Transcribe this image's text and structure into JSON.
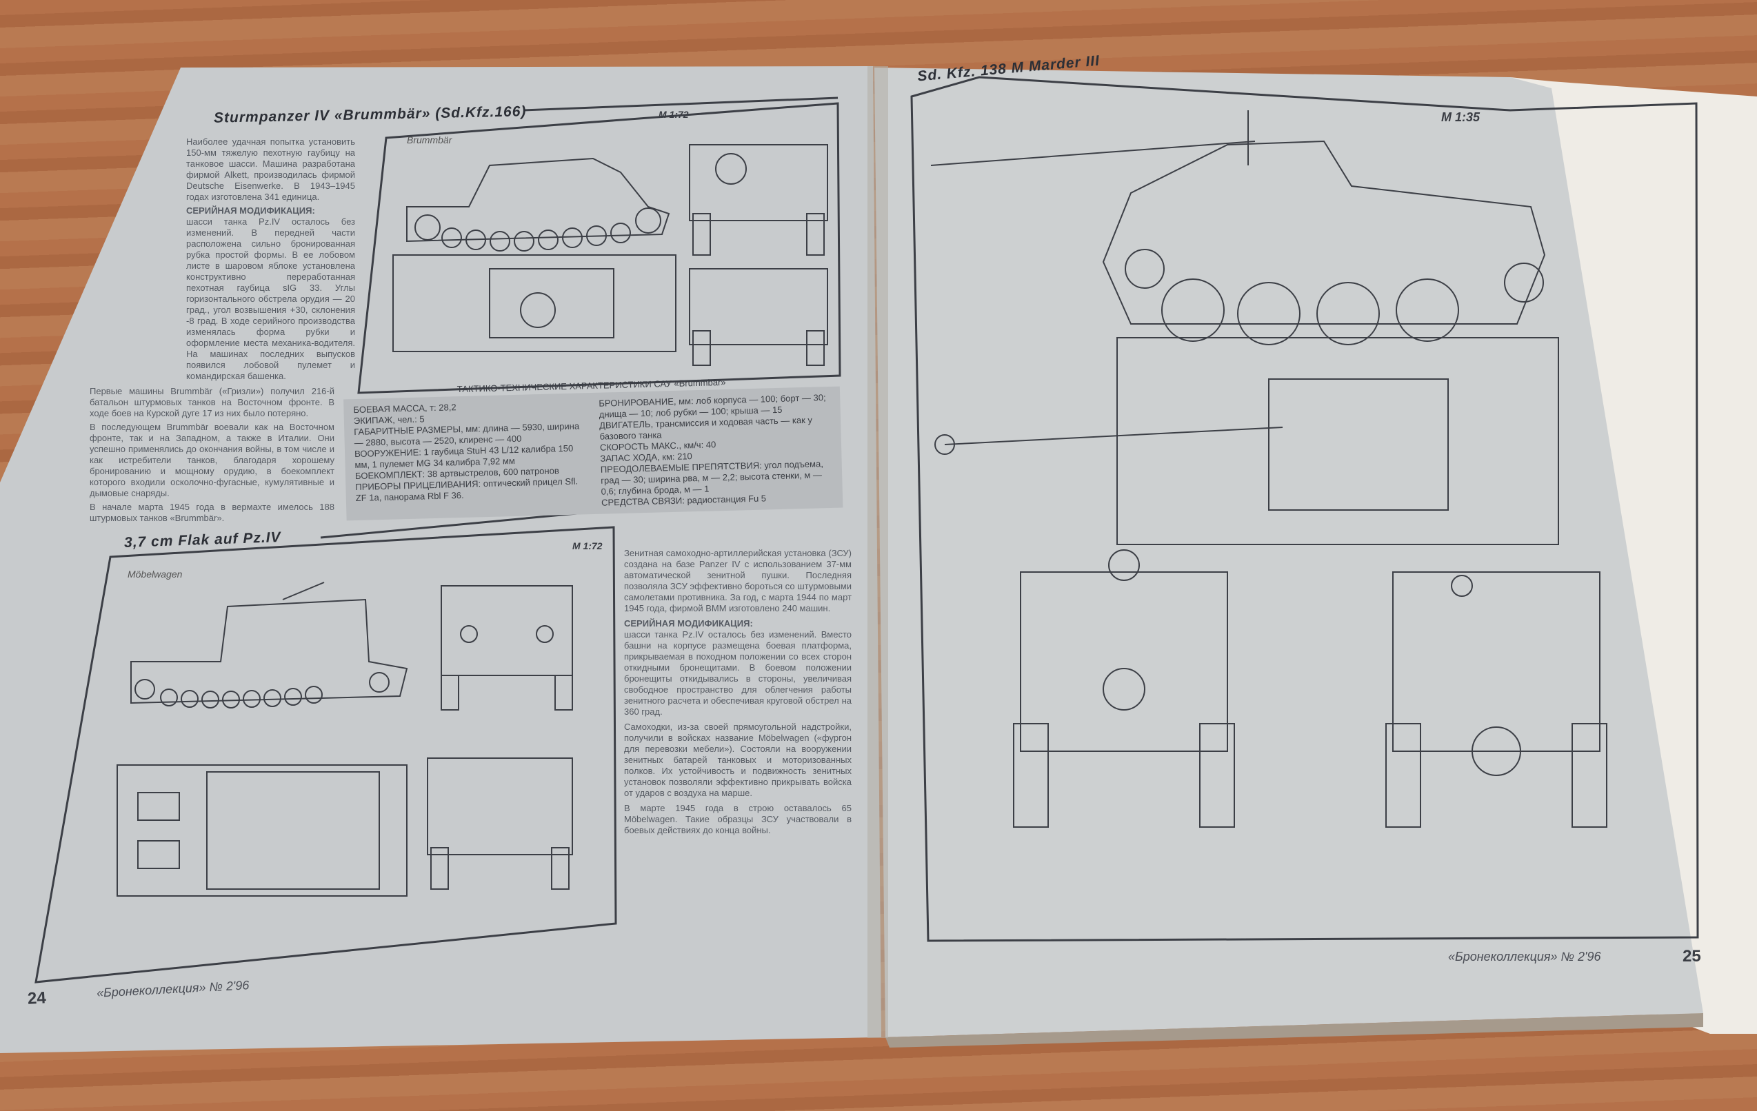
{
  "left_page": {
    "article1": {
      "title": "Sturmpanzer IV «Brummbär» (Sd.Kfz.166)",
      "scale": "M 1:72",
      "drawing_caption": "Brummbär",
      "paragraph1": "Наиболее удачная попытка установить 150-мм тяжелую пехотную гаубицу на танковое шасси. Машина разработана фирмой Alkett, производилась фирмой Deutsche Eisenwerke. В 1943–1945 годах изготовлена 341 единица.",
      "subheading": "СЕРИЙНАЯ МОДИФИКАЦИЯ:",
      "paragraph2": "шасси танка Pz.IV осталось без изменений. В передней части расположена сильно бронированная рубка простой формы. В ее лобовом листе в шаровом яблоке установлена конструктивно переработанная пехотная гаубица sIG 33. Углы горизонтального обстрела орудия — 20 град., угол возвышения +30, склонения -8 град. В ходе серийного производства изменялась форма рубки и оформление места механика-водителя. На машинах последних выпусков появился лобовой пулемет и командирская башенка.",
      "paragraph3": "Первые машины Brummbär («Гризли») получил 216-й батальон штурмовых танков на Восточном фронте. В ходе боев на Курской дуге 17 из них было потеряно.",
      "paragraph4": "В последующем Brummbär воевали как на Восточном фронте, так и на Западном, а также в Италии. Они успешно применялись до окончания войны, в том числе и как истребители танков, благодаря хорошему бронированию и мощному орудию, в боекомплект которого входили осколочно-фугасные, кумулятивные и дымовые снаряды.",
      "paragraph5": "В начале марта 1945 года в вермахте имелось 188 штурмовых танков «Brummbär».",
      "spec_title": "ТАКТИКО-ТЕХНИЧЕСКИЕ ХАРАКТЕРИСТИКИ САУ «Brummbär»",
      "spec_left": [
        "БОЕВАЯ МАССА, т: 28,2",
        "ЭКИПАЖ, чел.: 5",
        "ГАБАРИТНЫЕ РАЗМЕРЫ, мм: длина — 5930, ширина — 2880, высота — 2520, клиренс — 400",
        "ВООРУЖЕНИЕ: 1 гаубица StuH 43 L/12 калибра 150 мм, 1 пулемет MG 34 калибра 7,92 мм",
        "БОЕКОМПЛЕКТ: 38 артвыстрелов, 600 патронов",
        "ПРИБОРЫ ПРИЦЕЛИВАНИЯ: оптический прицел Sfl. ZF 1a, панорама Rbl F 36."
      ],
      "spec_right": [
        "БРОНИРОВАНИЕ, мм: лоб корпуса — 100; борт — 30; днища — 10; лоб рубки — 100; крыша — 15",
        "ДВИГАТЕЛЬ, трансмиссия и ходовая часть — как у базового танка",
        "СКОРОСТЬ МАКС., км/ч: 40",
        "ЗАПАС ХОДА, км: 210",
        "ПРЕОДОЛЕВАЕМЫЕ ПРЕПЯТСТВИЯ: угол подъема, град — 30; ширина рва, м — 2,2; высота стенки, м — 0,6; глубина брода, м — 1",
        "СРЕДСТВА СВЯЗИ: радиостанция Fu 5"
      ]
    },
    "article2": {
      "title": "3,7 cm Flak auf Pz.IV",
      "scale": "M 1:72",
      "drawing_caption": "Möbelwagen",
      "paragraph1": "Зенитная самоходно-артиллерийская установка (ЗСУ) создана на базе Panzer IV с использованием 37-мм автоматической зенитной пушки. Последняя позволяла ЗСУ эффективно бороться со штурмовыми самолетами противника. За год, с марта 1944 по март 1945 года, фирмой BMM изготовлено 240 машин.",
      "subheading": "СЕРИЙНАЯ МОДИФИКАЦИЯ:",
      "paragraph2": "шасси танка Pz.IV осталось без изменений. Вместо башни на корпусе размещена боевая платформа, прикрываемая в походном положении со всех сторон откидными бронещитами. В боевом положении бронещиты откидывались в стороны, увеличивая свободное пространство для облегчения работы зенитного расчета и обеспечивая круговой обстрел на 360 град.",
      "paragraph3": "Самоходки, из-за своей прямоугольной надстройки, получили в войсках название Möbelwagen («фургон для перевозки мебели»). Состояли на вооружении зенитных батарей танковых и моторизованных полков. Их устойчивость и подвижность зенитных установок позволяли эффективно прикрывать войска от ударов с воздуха на марше.",
      "paragraph4": "В марте 1945 года в строю оставалось 65 Möbelwagen. Такие образцы ЗСУ участвовали в боевых действиях до конца войны."
    },
    "footer": {
      "page_number": "24",
      "magazine": "«Бронеколлекция» № 2'96"
    }
  },
  "right_page": {
    "title": "Sd. Kfz. 138 M Marder III",
    "scale": "M 1:35",
    "footer": {
      "page_number": "25",
      "magazine": "«Бронеколлекция» № 2'96"
    }
  },
  "colors": {
    "paper": "#c9ccce",
    "wood": "#b06c47",
    "ink": "#3a3d44",
    "spec_box": "#b8bbbe"
  }
}
